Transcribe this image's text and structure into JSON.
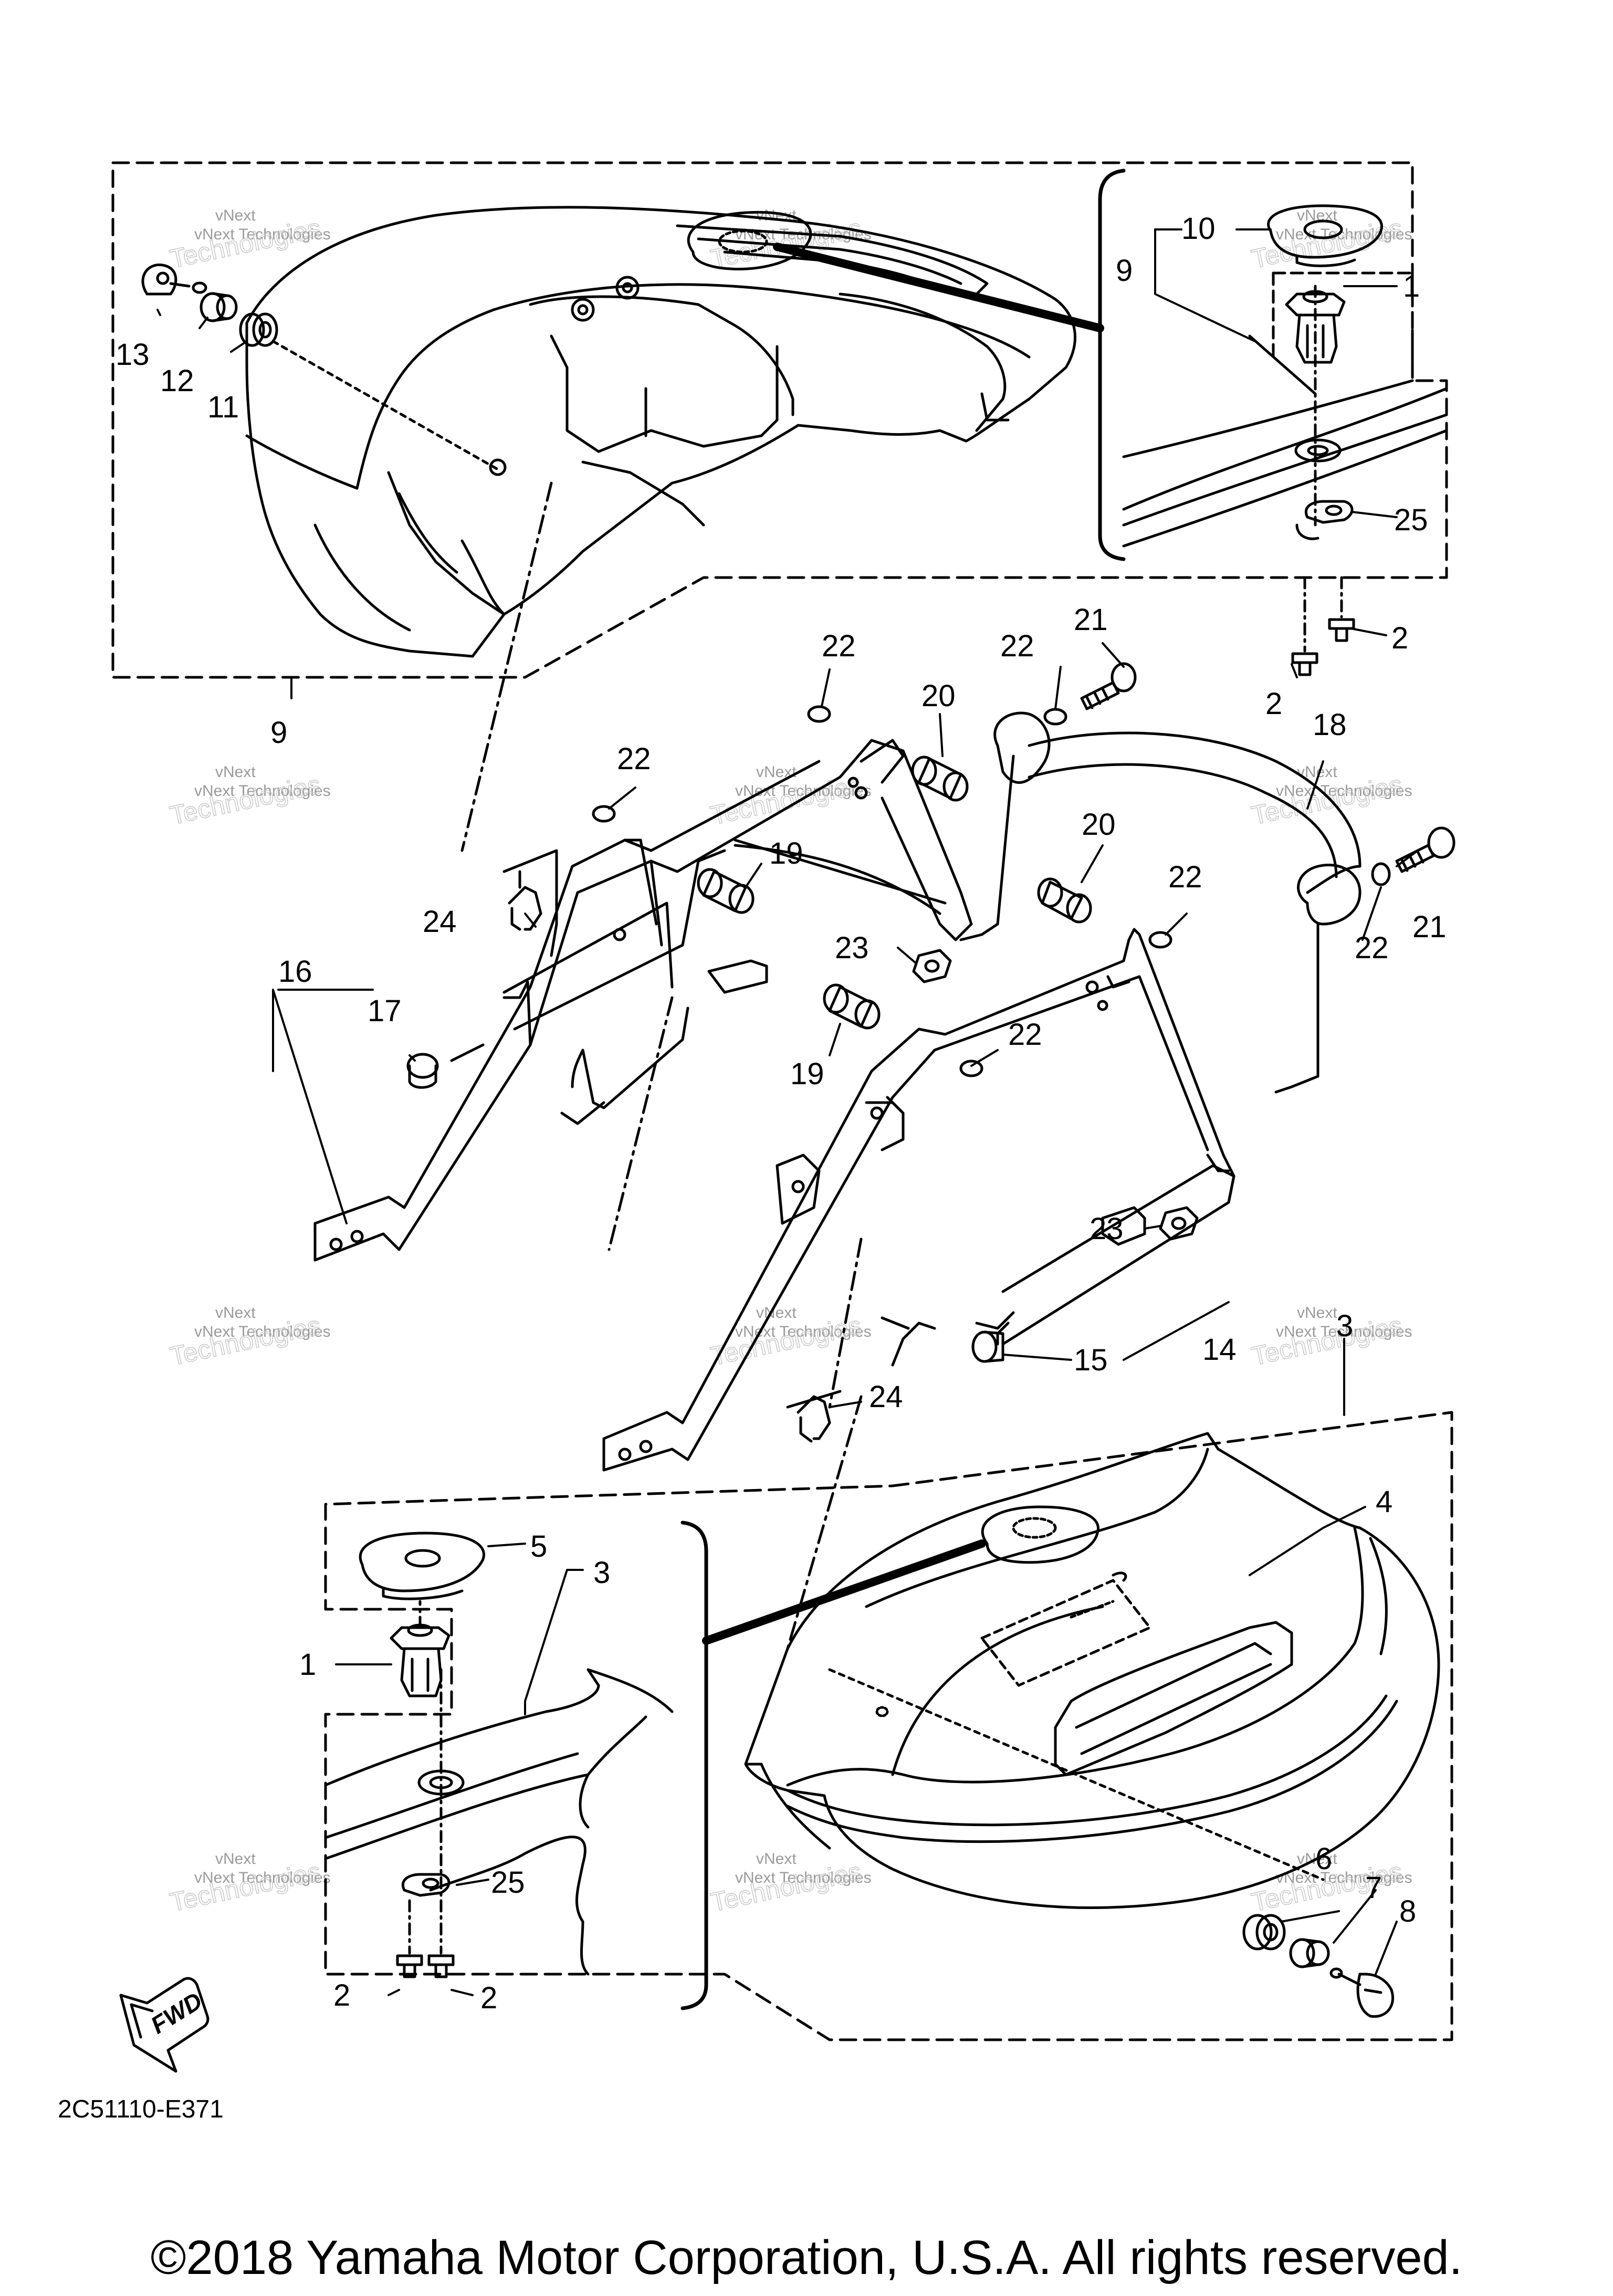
{
  "diagram": {
    "code": "2C51110-E371",
    "copyright": "©2018 Yamaha Motor Corporation, U.S.A. All rights reserved.",
    "fwd_label": "FWD",
    "watermark": {
      "line1": "vNext",
      "line2": "vNext Technologies",
      "line3": "Technologies"
    },
    "callouts": [
      {
        "id": "c13",
        "text": "13"
      },
      {
        "id": "c12",
        "text": "12"
      },
      {
        "id": "c11",
        "text": "11"
      },
      {
        "id": "c10",
        "text": "10"
      },
      {
        "id": "c9a",
        "text": "9"
      },
      {
        "id": "c1a",
        "text": "1"
      },
      {
        "id": "c25a",
        "text": "25"
      },
      {
        "id": "c2a",
        "text": "2"
      },
      {
        "id": "c2b",
        "text": "2"
      },
      {
        "id": "c9b",
        "text": "9"
      },
      {
        "id": "c22a",
        "text": "22"
      },
      {
        "id": "c22b",
        "text": "22"
      },
      {
        "id": "c21a",
        "text": "21"
      },
      {
        "id": "c20a",
        "text": "20"
      },
      {
        "id": "c18",
        "text": "18"
      },
      {
        "id": "c22c",
        "text": "22"
      },
      {
        "id": "c19a",
        "text": "19"
      },
      {
        "id": "c24a",
        "text": "24"
      },
      {
        "id": "c20b",
        "text": "20"
      },
      {
        "id": "c22d",
        "text": "22"
      },
      {
        "id": "c21b",
        "text": "21"
      },
      {
        "id": "c22e",
        "text": "22"
      },
      {
        "id": "c23a",
        "text": "23"
      },
      {
        "id": "c16",
        "text": "16"
      },
      {
        "id": "c17",
        "text": "17"
      },
      {
        "id": "c19b",
        "text": "19"
      },
      {
        "id": "c22f",
        "text": "22"
      },
      {
        "id": "c23b",
        "text": "23"
      },
      {
        "id": "c15",
        "text": "15"
      },
      {
        "id": "c14",
        "text": "14"
      },
      {
        "id": "c3a",
        "text": "3"
      },
      {
        "id": "c24b",
        "text": "24"
      },
      {
        "id": "c4",
        "text": "4"
      },
      {
        "id": "c5",
        "text": "5"
      },
      {
        "id": "c3b",
        "text": "3"
      },
      {
        "id": "c1b",
        "text": "1"
      },
      {
        "id": "c25b",
        "text": "25"
      },
      {
        "id": "c6",
        "text": "6"
      },
      {
        "id": "c7",
        "text": "7"
      },
      {
        "id": "c8",
        "text": "8"
      },
      {
        "id": "c2c",
        "text": "2"
      },
      {
        "id": "c2d",
        "text": "2"
      }
    ]
  }
}
